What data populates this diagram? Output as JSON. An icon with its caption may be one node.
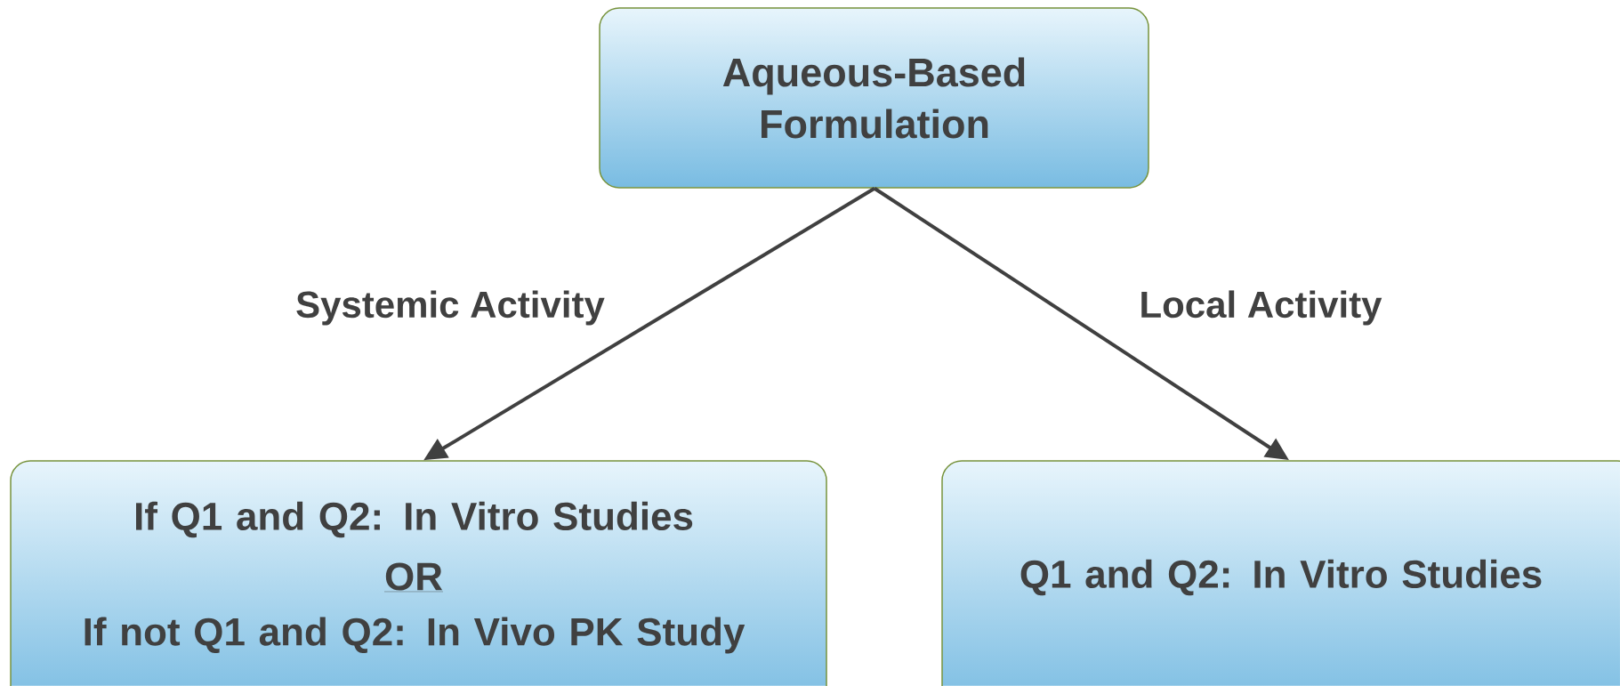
{
  "diagram": {
    "nodes": [
      {
        "text": [
          "Aqueous-Based Formulation"
        ]
      },
      {
        "text": [
          "If Q1 and Q2: In Vitro Studies",
          "OR",
          "If not Q1 and Q2: In Vivo PK Study"
        ]
      },
      {
        "text": [
          "Q1 and Q2: In Vitro Studies"
        ]
      }
    ],
    "edges": [
      {
        "from": 0,
        "to": 1,
        "arrow": "to",
        "label": "Systemic Activity"
      },
      {
        "from": 0,
        "to": 2,
        "arrow": "to",
        "label": "Local Activity"
      }
    ]
  }
}
